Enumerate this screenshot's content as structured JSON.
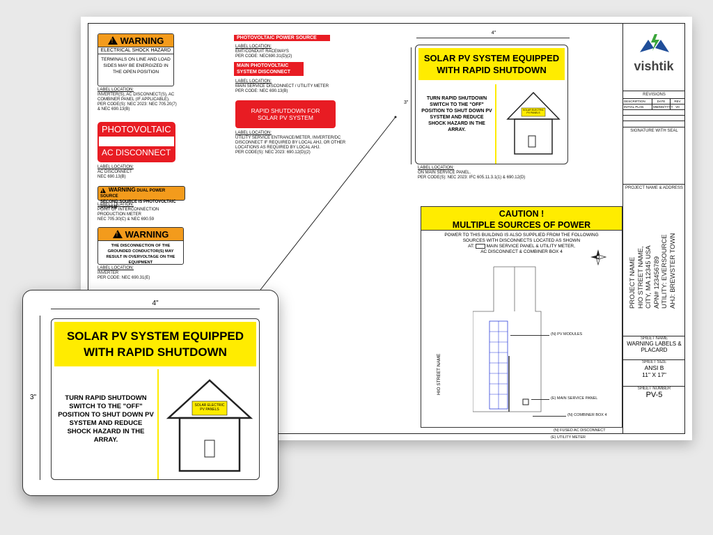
{
  "labels": {
    "warning1": {
      "header": "WARNING",
      "subheader": "ELECTRICAL SHOCK HAZARD",
      "body": "TERMINALS ON LINE AND LOAD SIDES MAY BE ENERGIZED IN THE OPEN POSITION",
      "location_title": "LABEL LOCATION:",
      "location": "INVERTER(S), AC DISCONNECT(S), AC COMBINER PANEL (IF APPLICABLE).",
      "code": "PER CODE(S): NEC 2023: NEC 705.20(7) & NEC 690.13(B)"
    },
    "pv_ac_disconnect": {
      "top": "PHOTOVOLTAIC",
      "bottom": "AC DISCONNECT",
      "location_title": "LABEL LOCATION:",
      "location": "AC DISCONNECT",
      "code": "NEC 690.13(B)"
    },
    "dual_power": {
      "header": "WARNING",
      "line1": "DUAL POWER SOURCE",
      "line2": "SECOND SOURCE IS PHOTOVOLTAIC SYSTEM",
      "location_title": "LABEL LOCATION:",
      "location": "POINT OF INTERCONNECTION PRODUCTION METER",
      "code": "NEC 705.30(C) & NEC 690.59"
    },
    "warning2": {
      "header": "WARNING",
      "body": "THE DISCONNECTION OF THE GROUNDED CONDUCTOR(S) MAY RESULT IN OVERVOLTAGE ON THE EQUIPMENT",
      "location_title": "LABEL LOCATION:",
      "location": "INVERTER",
      "code": "PER CODE: NEC 690.31(E)"
    },
    "pv_power_source": {
      "text": "PHOTOVOLTAIC POWER SOURCE",
      "location_title": "LABEL LOCATION:",
      "location": "EMT/CONDUIT RACEWAYS",
      "code": "PER CODE: NEC690.31(D)(2)"
    },
    "main_pv_disconnect": {
      "line1": "MAIN PHOTOVOLTAIC",
      "line2": "SYSTEM DISCONNECT",
      "location_title": "LABEL LOCATION:",
      "location": "MAIN SERVICE DISCONNECT / UTILITY METER",
      "code": "PER CODE: NEC 690.13(B)"
    },
    "rapid_shutdown_for": {
      "line1": "RAPID SHUTDOWN FOR",
      "line2": "SOLAR PV SYSTEM",
      "location_title": "LABEL LOCATION:",
      "location": "UTILITY SERVICE ENTRANCE/METER, INVERTER/DC DISCONNECT IF REQUIRED BY LOCAL AHJ, OR OTHER LOCATIONS AS REQUIRED BY LOCAL AHJ.",
      "code": "PER CODE(S): NEC 2023: 690.12(D)(2)"
    },
    "rsd_sign": {
      "width": "4\"",
      "height": "3\"",
      "title": "SOLAR PV SYSTEM EQUIPPED WITH RAPID SHUTDOWN",
      "body": "TURN RAPID SHUTDOWN SWITCH TO THE \"OFF\" POSITION TO SHUT DOWN PV SYSTEM AND REDUCE SHOCK HAZARD IN THE ARRAY.",
      "house_label": "SOLAR ELECTRIC PV PANELS",
      "location_title": "LABEL LOCATION:",
      "location": "ON MAIN SERVICE PANEL.",
      "code": "PER CODE(S): NEC 2023: IFC 605.11.3.1(1) & 690.12(D)"
    },
    "caution": {
      "title1": "CAUTION !",
      "title2": "MULTIPLE SOURCES OF POWER",
      "body1": "POWER TO THIS BUILDING IS ALSO SUPPLIED FROM THE FOLLOWING SOURCES WITH DISCONNECTS LOCATED AS SHOWN",
      "body2": "AT:",
      "body3": "MAIN SERVICE PANEL & UTILITY METER,",
      "body4": "AC DISCONNECT & COMBINER BOX 4",
      "street": "HIO STREET NAME",
      "callouts": [
        "(N) PV MODULES",
        "(E) MAIN SERVICE PANEL",
        "(N) COMBINER BOX 4",
        "(N) FUSED AC DISCONNECT",
        "(E) UTILITY METER"
      ]
    }
  },
  "title_block": {
    "logo": "vishtik",
    "revisions_title": "REVISIONS",
    "rev_headers": [
      "DESCRIPTION",
      "DATE",
      "REV"
    ],
    "rev_row": [
      "INITIAL PLAN",
      "MM/DD/YYYY",
      "V0"
    ],
    "signature": "SIGNATURE WITH SEAL",
    "project_header": "PROJECT NAME & ADDRESS",
    "project_lines": [
      "PROJECT NAME",
      "HIO STREET NAME,",
      "CITY, MA 12345 USA",
      "APN# 123456789",
      "UTILITY: EVERSOURCE",
      "AHJ: BREWSTER TOWN"
    ],
    "sheet_name_title": "SHEET NAME",
    "sheet_name": "WARNING LABELS & PLACARD",
    "sheet_size_title": "SHEET SIZE",
    "sheet_size1": "ANSI B",
    "sheet_size2": "11\" X 17\"",
    "sheet_number_title": "SHEET NUMBER",
    "sheet_number": "PV-5"
  },
  "colors": {
    "warning_orange": "#f39b1c",
    "red": "#e81c23",
    "yellow": "#ffec00",
    "logo_green": "#3aa53a",
    "logo_blue": "#1f4e99"
  }
}
